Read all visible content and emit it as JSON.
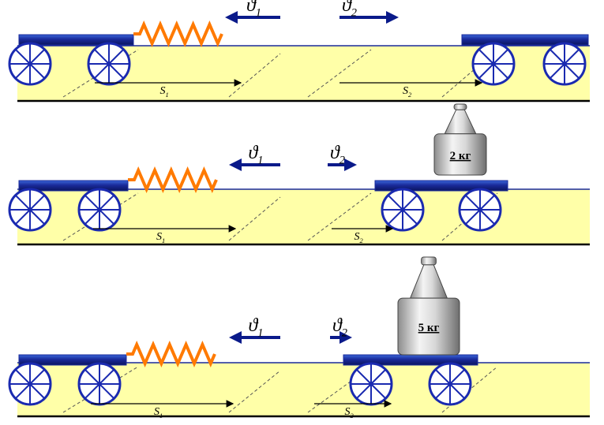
{
  "panels": [
    {
      "v1_label": "ϑ",
      "v1_sub": "1",
      "v2_label": "ϑ",
      "v2_sub": "2",
      "s1_label": "S",
      "s1_sub": "1",
      "s2_label": "S",
      "s2_sub": "2",
      "weight_label": ""
    },
    {
      "v1_label": "ϑ",
      "v1_sub": "1",
      "v2_label": "ϑ",
      "v2_sub": "2",
      "s1_label": "S",
      "s1_sub": "1",
      "s2_label": "S",
      "s2_sub": "2",
      "weight_label": "2 кг"
    },
    {
      "v1_label": "ϑ",
      "v1_sub": "1",
      "v2_label": "ϑ",
      "v2_sub": "2",
      "s1_label": "S",
      "s1_sub": "1",
      "s2_label": "S",
      "s2_sub": "2",
      "weight_label": "5 кг"
    }
  ],
  "colors": {
    "ground": "#ffffa8",
    "cart_top": "#1a2a9a",
    "cart_edge": "#3a66d8",
    "wheel": "#1a2ab0",
    "wheel_fill": "#ffffff",
    "spring": "#ff7a00",
    "arrow": "#0a1a8a",
    "line": "#000000",
    "weight_light": "#f4f4f4",
    "weight_dark": "#8c8c8c"
  }
}
